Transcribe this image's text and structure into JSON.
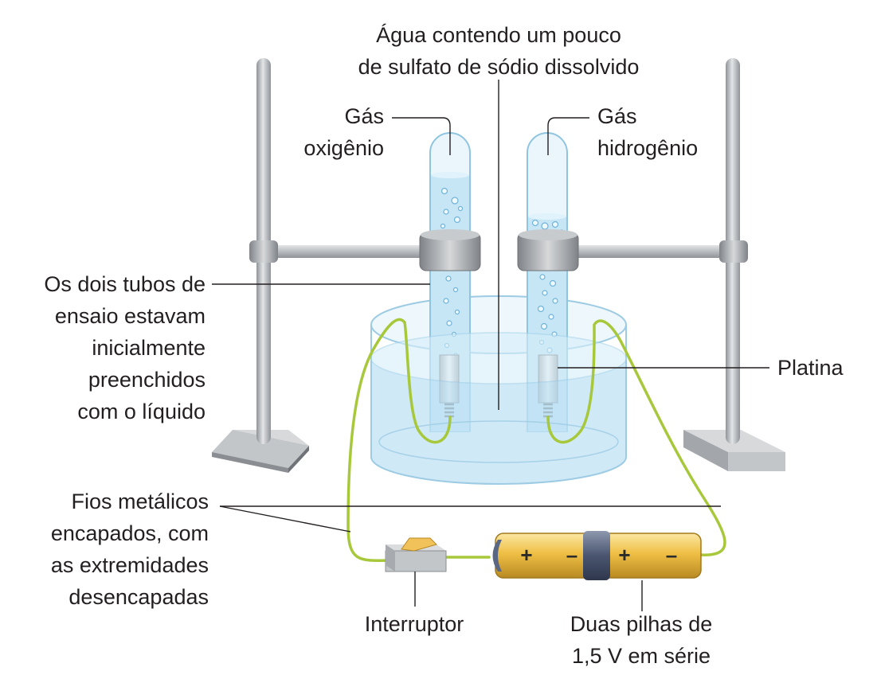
{
  "labels": {
    "water": [
      "Água contendo um pouco",
      "de sulfato de sódio dissolvido"
    ],
    "oxygen": [
      "Gás",
      "oxigênio"
    ],
    "hydrogen": [
      "Gás",
      "hidrogênio"
    ],
    "tubes": [
      "Os dois tubos de",
      "ensaio estavam",
      "inicialmente",
      "preenchidos",
      "com o líquido"
    ],
    "platinum": "Platina",
    "wires": [
      "Fios metálicos",
      "encapados, com",
      "as extremidades",
      "desencapadas"
    ],
    "switch": "Interruptor",
    "batteries": [
      "Duas pilhas de",
      "1,5 V em série"
    ]
  },
  "battery_symbols": {
    "cell1_plus": "+",
    "cell1_minus": "–",
    "cell2_plus": "+",
    "cell2_minus": "–"
  },
  "colors": {
    "water": "#cfe9f6",
    "wire": "#a8c83c",
    "battery": "#f0c24a",
    "stand": "#b9bcc0"
  }
}
